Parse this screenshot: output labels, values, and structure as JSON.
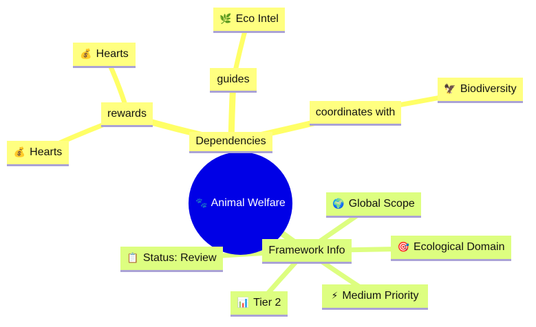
{
  "center": {
    "icon": "🐾",
    "label": "Animal Welfare"
  },
  "dependencies": {
    "label": "Dependencies",
    "rewards": {
      "label": "rewards"
    },
    "hearts_top": {
      "icon": "💰",
      "label": "Hearts"
    },
    "hearts_left": {
      "icon": "💰",
      "label": "Hearts"
    },
    "guides": {
      "label": "guides"
    },
    "eco_intel": {
      "icon": "🌿",
      "label": "Eco Intel"
    },
    "coordinates": {
      "label": "coordinates with"
    },
    "biodiversity": {
      "icon": "🦅",
      "label": "Biodiversity"
    }
  },
  "framework": {
    "label": "Framework Info",
    "global_scope": {
      "icon": "🌍",
      "label": "Global Scope"
    },
    "ecological_domain": {
      "icon": "🎯",
      "label": "Ecological Domain"
    },
    "medium_priority": {
      "icon": "⚡",
      "label": "Medium Priority"
    },
    "tier": {
      "icon": "📊",
      "label": "Tier 2"
    },
    "status": {
      "icon": "📋",
      "label": "Status: Review"
    }
  },
  "colors": {
    "center_fill": "#0000e6",
    "dependency_fill": "#ffff80",
    "dependency_edge": "#ffff66",
    "framework_fill": "#ddfe80",
    "framework_edge": "#ddfe80",
    "node_underline": "#aaa2d6"
  }
}
